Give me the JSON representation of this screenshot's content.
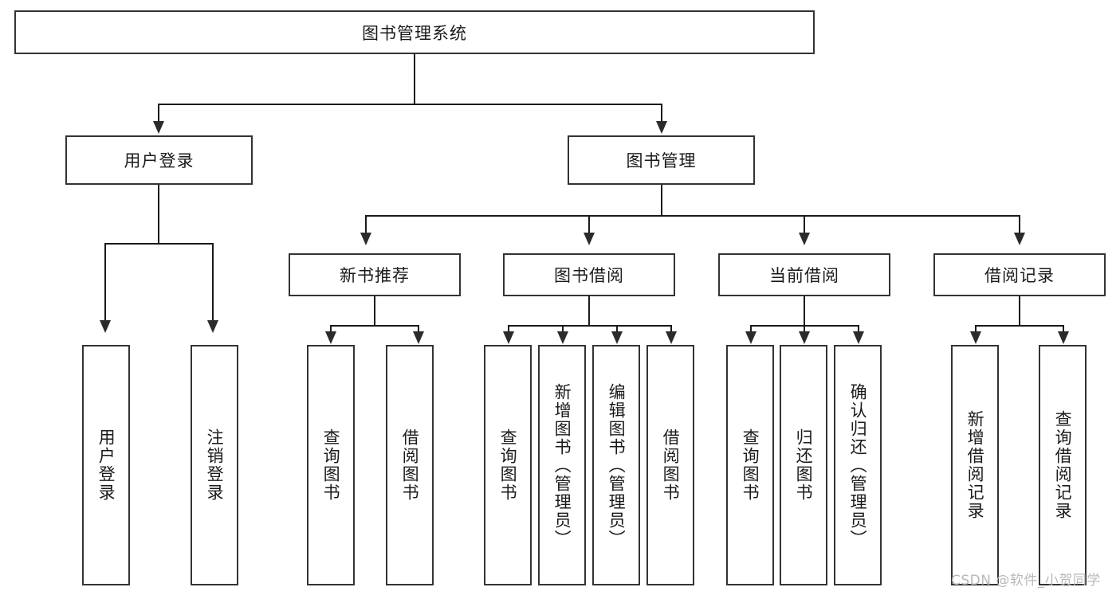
{
  "diagram": {
    "title": "图书管理系统",
    "type": "hierarchy-tree",
    "levels": [
      {
        "level": 1,
        "nodes": [
          {
            "id": "root",
            "label": "图书管理系统",
            "orientation": "horizontal"
          }
        ]
      },
      {
        "level": 2,
        "nodes": [
          {
            "id": "login",
            "label": "用户登录",
            "orientation": "horizontal"
          },
          {
            "id": "bookmgmt",
            "label": "图书管理",
            "orientation": "horizontal"
          }
        ]
      },
      {
        "level": 3,
        "nodes": [
          {
            "id": "recommend",
            "label": "新书推荐",
            "orientation": "horizontal"
          },
          {
            "id": "borrow",
            "label": "图书借阅",
            "orientation": "horizontal"
          },
          {
            "id": "current",
            "label": "当前借阅",
            "orientation": "horizontal"
          },
          {
            "id": "records",
            "label": "借阅记录",
            "orientation": "horizontal"
          }
        ]
      },
      {
        "level": 4,
        "nodes": [
          {
            "id": "leaf-user-login",
            "label": "用户登录",
            "orientation": "vertical",
            "parent": "login"
          },
          {
            "id": "leaf-logout",
            "label": "注销登录",
            "orientation": "vertical",
            "parent": "login"
          },
          {
            "id": "leaf-query-book-1",
            "label": "查询图书",
            "orientation": "vertical",
            "parent": "recommend"
          },
          {
            "id": "leaf-borrow-book-1",
            "label": "借阅图书",
            "orientation": "vertical",
            "parent": "recommend"
          },
          {
            "id": "leaf-query-book-2",
            "label": "查询图书",
            "orientation": "vertical",
            "parent": "borrow"
          },
          {
            "id": "leaf-add-book",
            "label": "新增图书（管理员）",
            "orientation": "vertical",
            "parent": "borrow"
          },
          {
            "id": "leaf-edit-book",
            "label": "编辑图书（管理员）",
            "orientation": "vertical",
            "parent": "borrow"
          },
          {
            "id": "leaf-borrow-book-2",
            "label": "借阅图书",
            "orientation": "vertical",
            "parent": "borrow"
          },
          {
            "id": "leaf-query-book-3",
            "label": "查询图书",
            "orientation": "vertical",
            "parent": "current"
          },
          {
            "id": "leaf-return-book",
            "label": "归还图书",
            "orientation": "vertical",
            "parent": "current"
          },
          {
            "id": "leaf-confirm-return",
            "label": "确认归还（管理员）",
            "orientation": "vertical",
            "parent": "current"
          },
          {
            "id": "leaf-add-record",
            "label": "新增借阅记录",
            "orientation": "vertical",
            "parent": "records"
          },
          {
            "id": "leaf-query-record",
            "label": "查询借阅记录",
            "orientation": "vertical",
            "parent": "records"
          }
        ]
      }
    ],
    "colors": {
      "border": "#333333",
      "line": "#1a1a1a",
      "background": "#ffffff",
      "text": "#1a1a1a",
      "watermark": "#b9b9b9"
    }
  },
  "watermark": {
    "text": "CSDN @软件_小贺同学"
  }
}
